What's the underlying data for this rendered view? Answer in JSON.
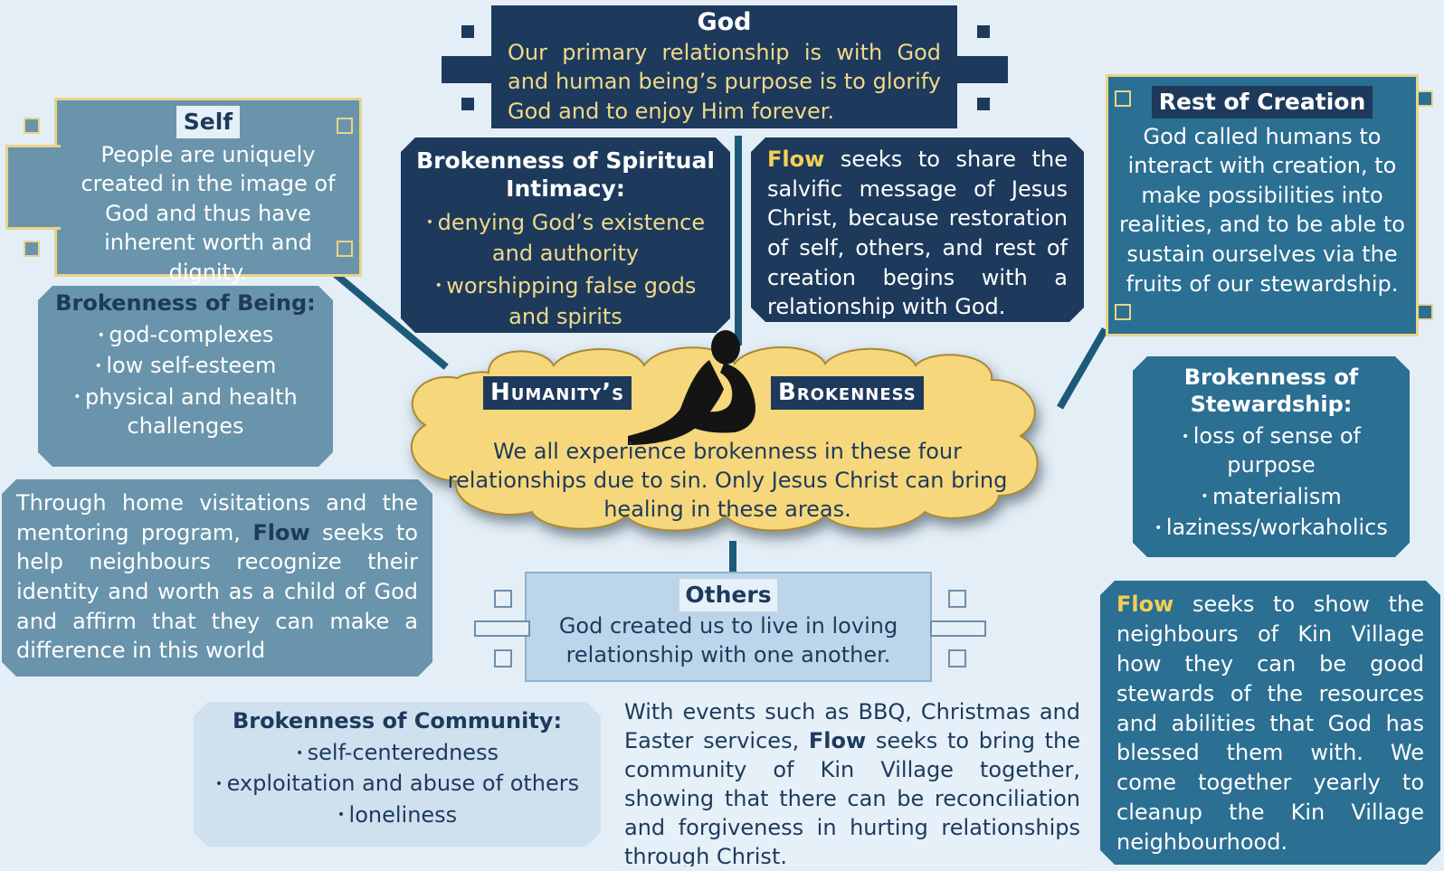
{
  "god": {
    "title": "God",
    "text": "Our primary relationship is with God and human being’s purpose is to glorify God and to enjoy Him forever."
  },
  "self": {
    "title": "Self",
    "text": "People are uniquely created in the image of God and thus have inherent worth and dignity."
  },
  "rest_of_creation": {
    "title": "Rest of Creation",
    "text": "God called humans to interact with creation, to make possibilities into realities, and to be able to sustain ourselves via the fruits of our stewardship."
  },
  "others": {
    "title": "Others",
    "text": "God created us to live in loving relationship with one another."
  },
  "brokenness_spiritual": {
    "title": "Brokenness of Spiritual Intimacy:",
    "items": [
      "denying God’s existence and authority",
      "worshipping false gods and spirits"
    ]
  },
  "brokenness_being": {
    "title": "Brokenness of Being:",
    "items": [
      "god-complexes",
      "low self-esteem",
      "physical and health challenges"
    ]
  },
  "brokenness_stewardship": {
    "title": "Brokenness of Stewardship:",
    "items": [
      "loss of sense of purpose",
      "materialism",
      "laziness/workaholics"
    ]
  },
  "brokenness_community": {
    "title": "Brokenness of Community:",
    "items": [
      "self-centeredness",
      "exploitation and abuse of others",
      "loneliness"
    ]
  },
  "flow_god": {
    "keyword": "Flow",
    "text": " seeks to share the salvific message of Jesus Christ, because restoration of self, others, and rest of creation begins with a relationship with God."
  },
  "flow_self": {
    "before": "Through home visitations and the mentoring program, ",
    "keyword": "Flow",
    "after": " seeks to help neighbours recognize their identity and worth as a child of God and affirm that they can make a difference in this world"
  },
  "flow_creation": {
    "keyword": "Flow",
    "text": " seeks to show the neighbours of Kin Village how they can be good stewards of the resources and abilities that God has blessed them with. We come together yearly to cleanup the Kin Village neighbourhood."
  },
  "flow_others": {
    "before": "With events such as BBQ, Christmas and Easter services, ",
    "keyword": "Flow",
    "after": " seeks to bring the community of Kin Village together, showing that there can be reconciliation and forgiveness in hurting relationships through Christ."
  },
  "center": {
    "title_left": "Humanity’s",
    "title_right": "Brokenness",
    "text": "We all experience brokenness in these four relationships due to sin. Only Jesus Christ can bring healing in these areas."
  },
  "colors": {
    "navy": "#1d3a5c",
    "teal": "#2b6f92",
    "slate": "#6994ab",
    "sky": "#bcd5ea",
    "cloud": "#f6d77c",
    "accent": "#f3cf55"
  },
  "icons": {
    "center_figure": "sitting-person-icon"
  }
}
